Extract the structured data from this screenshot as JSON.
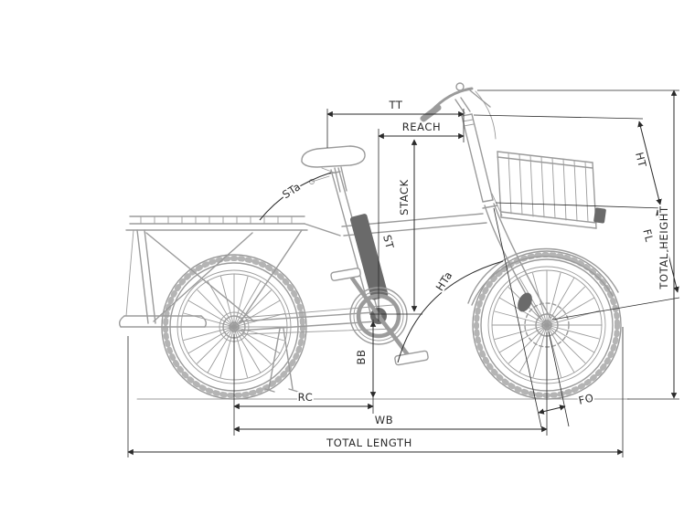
{
  "diagram": {
    "labels": {
      "tt": "TT",
      "reach": "REACH",
      "ht": "HT",
      "stack": "STACK",
      "st": "ST",
      "sta": "STa",
      "fl": "FL",
      "hta": "HTa",
      "total_height": "TOTAL HEIGHT",
      "bb": "BB",
      "rc": "RC",
      "wb": "WB",
      "fo": "FO",
      "total_length": "TOTAL LENGTH"
    },
    "colors": {
      "line_art": "#9b9b9b",
      "dimension": "#2a2a2a",
      "accent_dark": "#6a6a6a",
      "background": "#ffffff"
    }
  }
}
